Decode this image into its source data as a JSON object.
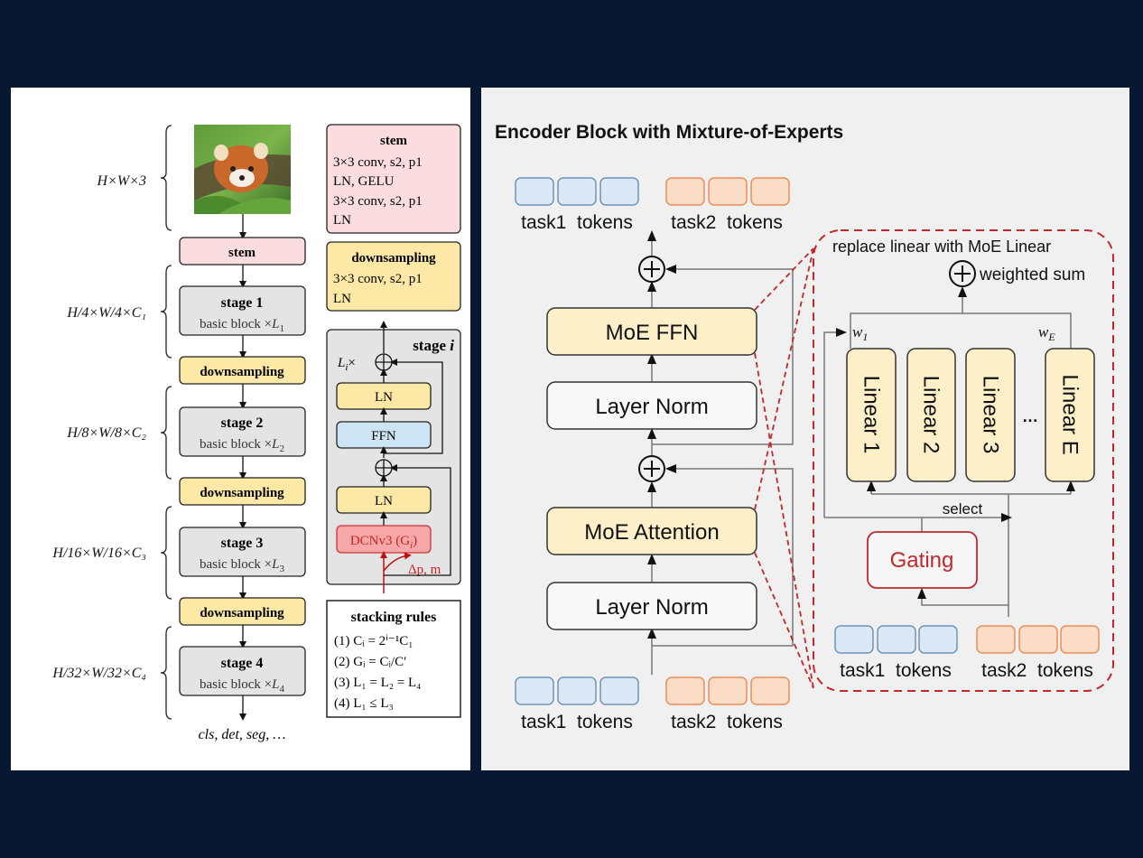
{
  "left": {
    "dims": [
      "H×W×3",
      "H/4×W/4×C₁",
      "H/8×W/8×C₂",
      "H/16×W/16×C₃",
      "H/32×W/32×C₄"
    ],
    "input_image": "red-panda-photo",
    "stem_label": "stem",
    "downsampling_label": "downsampling",
    "stages": [
      {
        "title": "stage 1",
        "sub": "basic block ×",
        "L": "L",
        "sub_idx": "1"
      },
      {
        "title": "stage 2",
        "sub": "basic block ×",
        "L": "L",
        "sub_idx": "2"
      },
      {
        "title": "stage 3",
        "sub": "basic block ×",
        "L": "L",
        "sub_idx": "3"
      },
      {
        "title": "stage 4",
        "sub": "basic block ×",
        "L": "L",
        "sub_idx": "4"
      }
    ],
    "output_label": "cls, det, seg, …",
    "stem_detail": {
      "title": "stem",
      "lines": [
        "3×3 conv, s2, p1",
        "LN, GELU",
        "3×3 conv, s2, p1",
        "LN"
      ]
    },
    "downsampling_detail": {
      "title": "downsampling",
      "lines": [
        "3×3 conv, s2, p1",
        "LN"
      ]
    },
    "stage_i": {
      "title": "stage ",
      "title_i": "i",
      "repeat": "L",
      "repeat_idx": "i",
      "repeat_x": "×",
      "ln_top": "LN",
      "ffn": "FFN",
      "ln_bottom": "LN",
      "dcn": "DCNv3 (G",
      "dcn_idx": "i",
      "dcn_close": ")",
      "offset_label": "Δp, m"
    },
    "stacking_rules": {
      "title": "stacking rules",
      "rules": [
        "(1) Cᵢ = 2ⁱ⁻¹C₁",
        "(2) Gᵢ = Cᵢ/C′",
        "(3) L₁ = L₂ = L₄",
        "(4) L₁ ≤ L₃"
      ]
    },
    "colors": {
      "stem": "#fbdde0",
      "downsampling": "#fde8a5",
      "stage": "#e4e4e4",
      "ffn": "#cde4f5",
      "dcn": "#f6a8a8",
      "dcn_text": "#cc2222"
    }
  },
  "right": {
    "title": "Encoder Block with Mixture-of-Experts",
    "task1_label": "task1  tokens",
    "task2_label": "task2  tokens",
    "moe_ffn": "MoE FFN",
    "layer_norm_top": "Layer Norm",
    "moe_attention": "MoE Attention",
    "layer_norm_bottom": "Layer Norm",
    "moe_box_title": "replace linear with MoE Linear",
    "weighted_sum": "weighted sum",
    "w1": "w",
    "w1_idx": "1",
    "wE": "w",
    "wE_idx": "E",
    "experts": [
      "Linear 1",
      "Linear 2",
      "Linear 3",
      "Linear E"
    ],
    "ellipsis": "…",
    "select_label": "select",
    "gating_label": "Gating",
    "colors": {
      "task1": "#dce8f5",
      "task1_border": "#6f94bb",
      "task2": "#fbdcc6",
      "task2_border": "#e98f58",
      "moe": "#fdf0c8",
      "dashed": "#c0282d",
      "gating": "#c0282d"
    }
  }
}
